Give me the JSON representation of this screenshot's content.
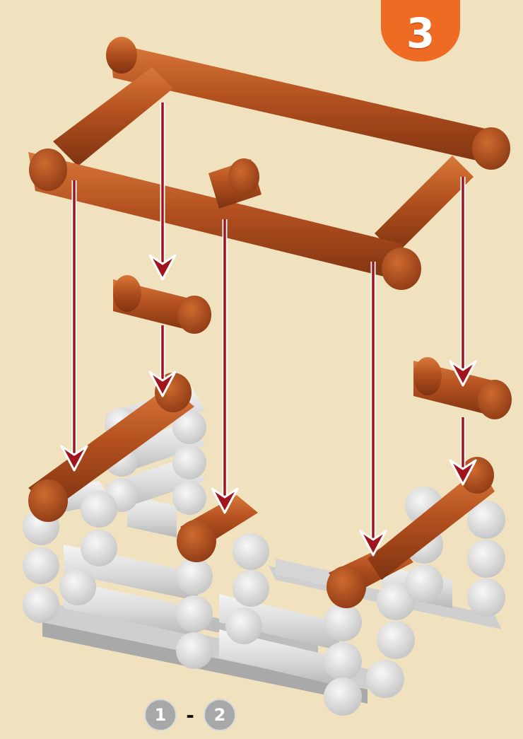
{
  "step": {
    "number": "3",
    "badge_color": "#ef6a22"
  },
  "range": {
    "from": "1",
    "separator": "-",
    "to": "2"
  },
  "colors": {
    "background": "#f1e2bf",
    "log_brown": "#b3501f",
    "log_brown_dark": "#8a3a14",
    "log_white": "#dcdcdc",
    "arrow": "#a0141e"
  },
  "icons": {
    "arrow": "down-arrow-icon"
  }
}
